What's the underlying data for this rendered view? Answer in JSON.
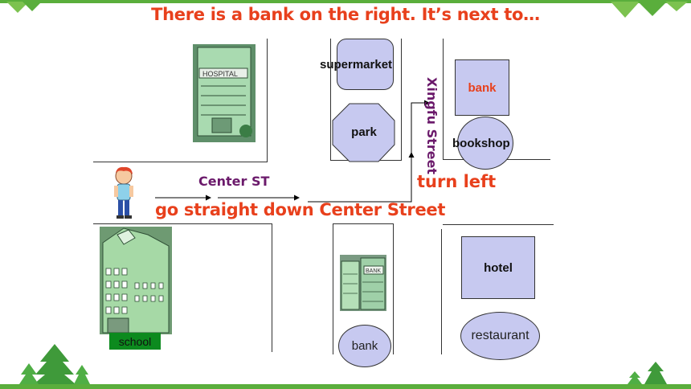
{
  "slide": {
    "title": "There is a bank on the right. It’s next to…",
    "directions": {
      "center_st": "Center ST",
      "go_straight": "go straight down Center Street",
      "turn_left": "turn left",
      "xingfu_street": "Xingfu Street"
    },
    "places": {
      "hospital_sign": "HOSPITAL",
      "supermarket": "supermarket",
      "park": "park",
      "bank_top": "bank",
      "bookshop": "bookshop",
      "hotel": "hotel",
      "restaurant": "restaurant",
      "bank_bottom": "bank",
      "bank_sign": "BANK",
      "school": "school"
    },
    "colors": {
      "accent_red": "#e8401c",
      "street_purple": "#6b1a6b",
      "shape_fill": "#c7c9f0",
      "bar_green": "#5aae3c",
      "school_green": "#0c8a1e"
    }
  }
}
